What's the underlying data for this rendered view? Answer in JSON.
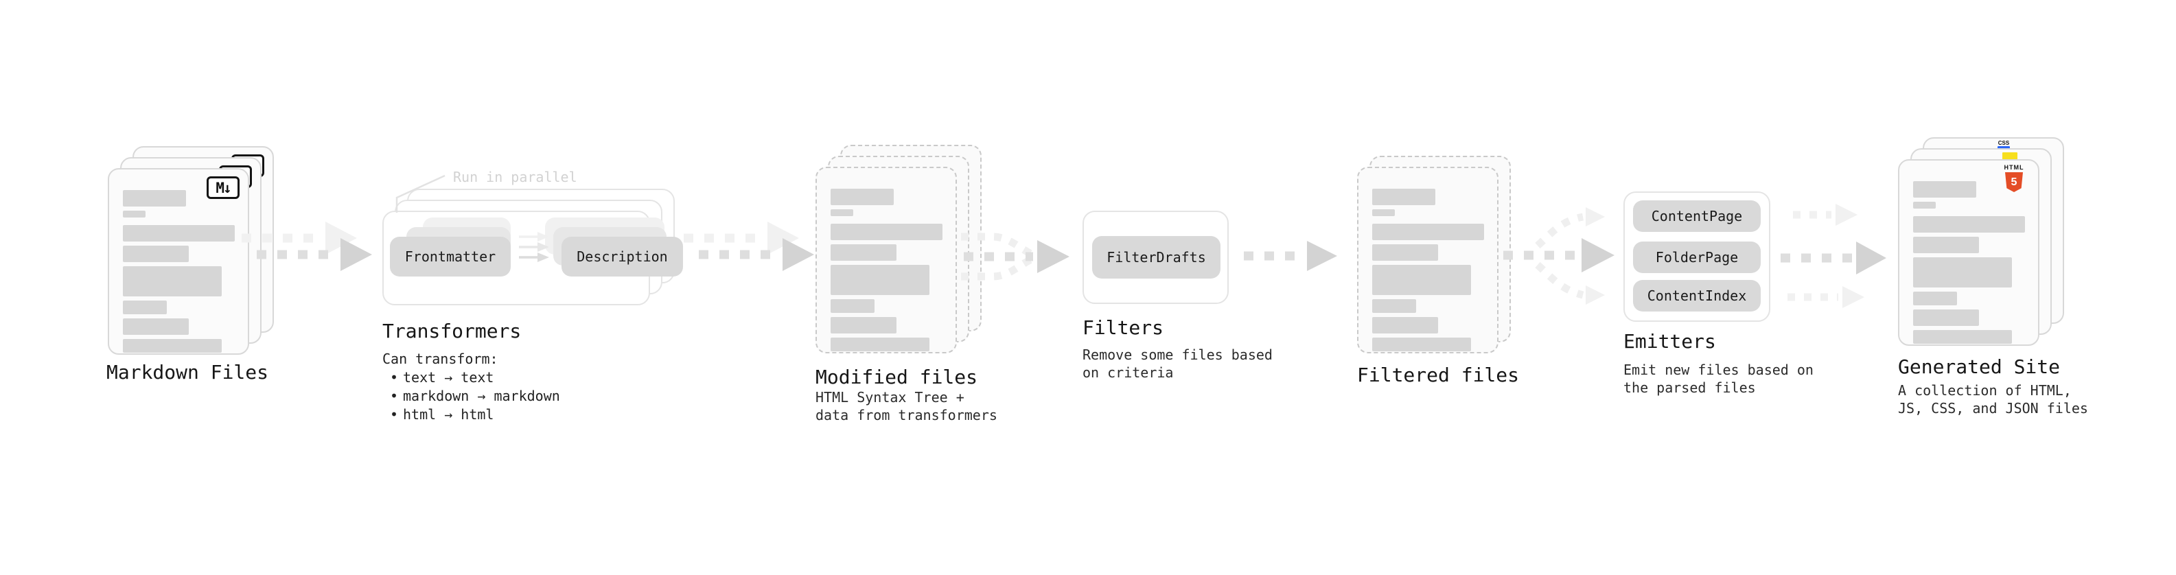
{
  "diagram": {
    "nodes": {
      "markdown": {
        "title": "Markdown Files",
        "icon_label": "M↓"
      },
      "transformers": {
        "title": "Transformers",
        "callout": "Run in parallel",
        "pill_a": "Frontmatter",
        "pill_b": "Description",
        "note_title": "Can transform:",
        "bullets": [
          "text → text",
          "markdown → markdown",
          "html → html"
        ]
      },
      "modified": {
        "title": "Modified files",
        "sub": [
          "HTML Syntax Tree +",
          "data from transformers"
        ]
      },
      "filters": {
        "title": "Filters",
        "pill": "FilterDrafts",
        "sub": [
          "Remove some files based",
          "on criteria"
        ]
      },
      "filtered": {
        "title": "Filtered files"
      },
      "emitters": {
        "title": "Emitters",
        "pills": [
          "ContentPage",
          "FolderPage",
          "ContentIndex"
        ],
        "sub": [
          "Emit new files based on",
          "the parsed files"
        ]
      },
      "generated": {
        "title": "Generated Site",
        "sub": [
          "A collection of HTML,",
          "JS, CSS, and JSON files"
        ],
        "html_badge": "HTML",
        "html_badge_number": "5",
        "css_badge": "CSS"
      }
    },
    "colors": {
      "pill_bg": "#d9d9d9",
      "skeleton_bar": "#d6d6d6",
      "text": "#1a1a1a",
      "muted_callout": "#d2d2d2",
      "arrow_dark": "#d3d3d3",
      "arrow_light": "#f1f1f1",
      "html5_orange": "#e44d26",
      "js_yellow": "#f7df1e",
      "css_blue": "#2b66f6"
    }
  }
}
